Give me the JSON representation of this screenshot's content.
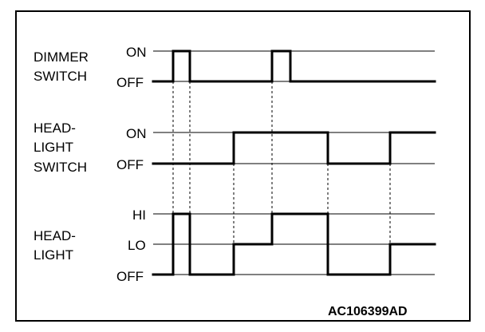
{
  "diagram": {
    "code": "AC106399AD",
    "rows": [
      {
        "id": "dimmer",
        "title": [
          "DIMMER",
          "SWITCH"
        ],
        "levels": [
          "ON",
          "OFF"
        ]
      },
      {
        "id": "headlight-switch",
        "title": [
          "HEAD-",
          "LIGHT",
          "SWITCH"
        ],
        "levels": [
          "ON",
          "OFF"
        ]
      },
      {
        "id": "headlight",
        "title": [
          "HEAD-",
          "LIGHT"
        ],
        "levels": [
          "HI",
          "LO",
          "OFF"
        ]
      }
    ]
  }
}
